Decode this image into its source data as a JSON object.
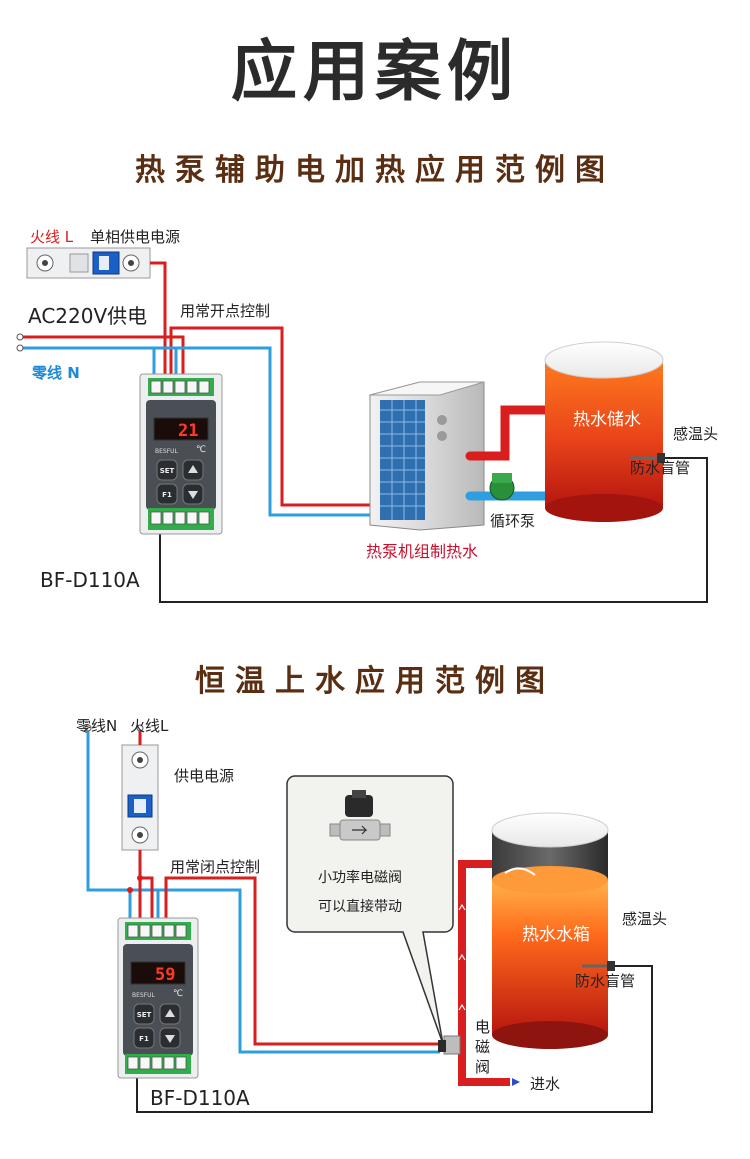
{
  "title": "应用案例",
  "case1": {
    "title": "热泵辅助电加热应用范例图",
    "live_wire": "火线 L",
    "power_source": "单相供电电源",
    "supply": "AC220V供电",
    "contact": "用常开点控制",
    "neutral_wire": "零线 N",
    "unit": "热泵机组制热水",
    "tank": "热水储水",
    "sensor": "感温头",
    "sleeve": "防水盲管",
    "pump": "循环泵",
    "model": "BF-D110A",
    "display": "21",
    "set_btn": "SET",
    "f1_btn": "F1",
    "unit_c": "℃",
    "brand": "BESFUL"
  },
  "case2": {
    "title": "恒温上水应用范例图",
    "neutral_wire": "零线N",
    "live_wire": "火线L",
    "power_source": "供电电源",
    "contact": "用常闭点控制",
    "callout_line1": "小功率电磁阀",
    "callout_line2": "可以直接带动",
    "tank": "热水水箱",
    "sensor": "感温头",
    "sleeve": "防水盲管",
    "valve_c1": "电",
    "valve_c2": "磁",
    "valve_c3": "阀",
    "inlet": "进水",
    "model": "BF-D110A",
    "display": "59",
    "set_btn": "SET",
    "f1_btn": "F1",
    "unit_c": "℃",
    "brand": "BESFUL"
  },
  "colors": {
    "live": "#d81e1e",
    "neutral": "#2e9ee0",
    "title": "#5a2e12",
    "sensor_wire": "#222222"
  }
}
